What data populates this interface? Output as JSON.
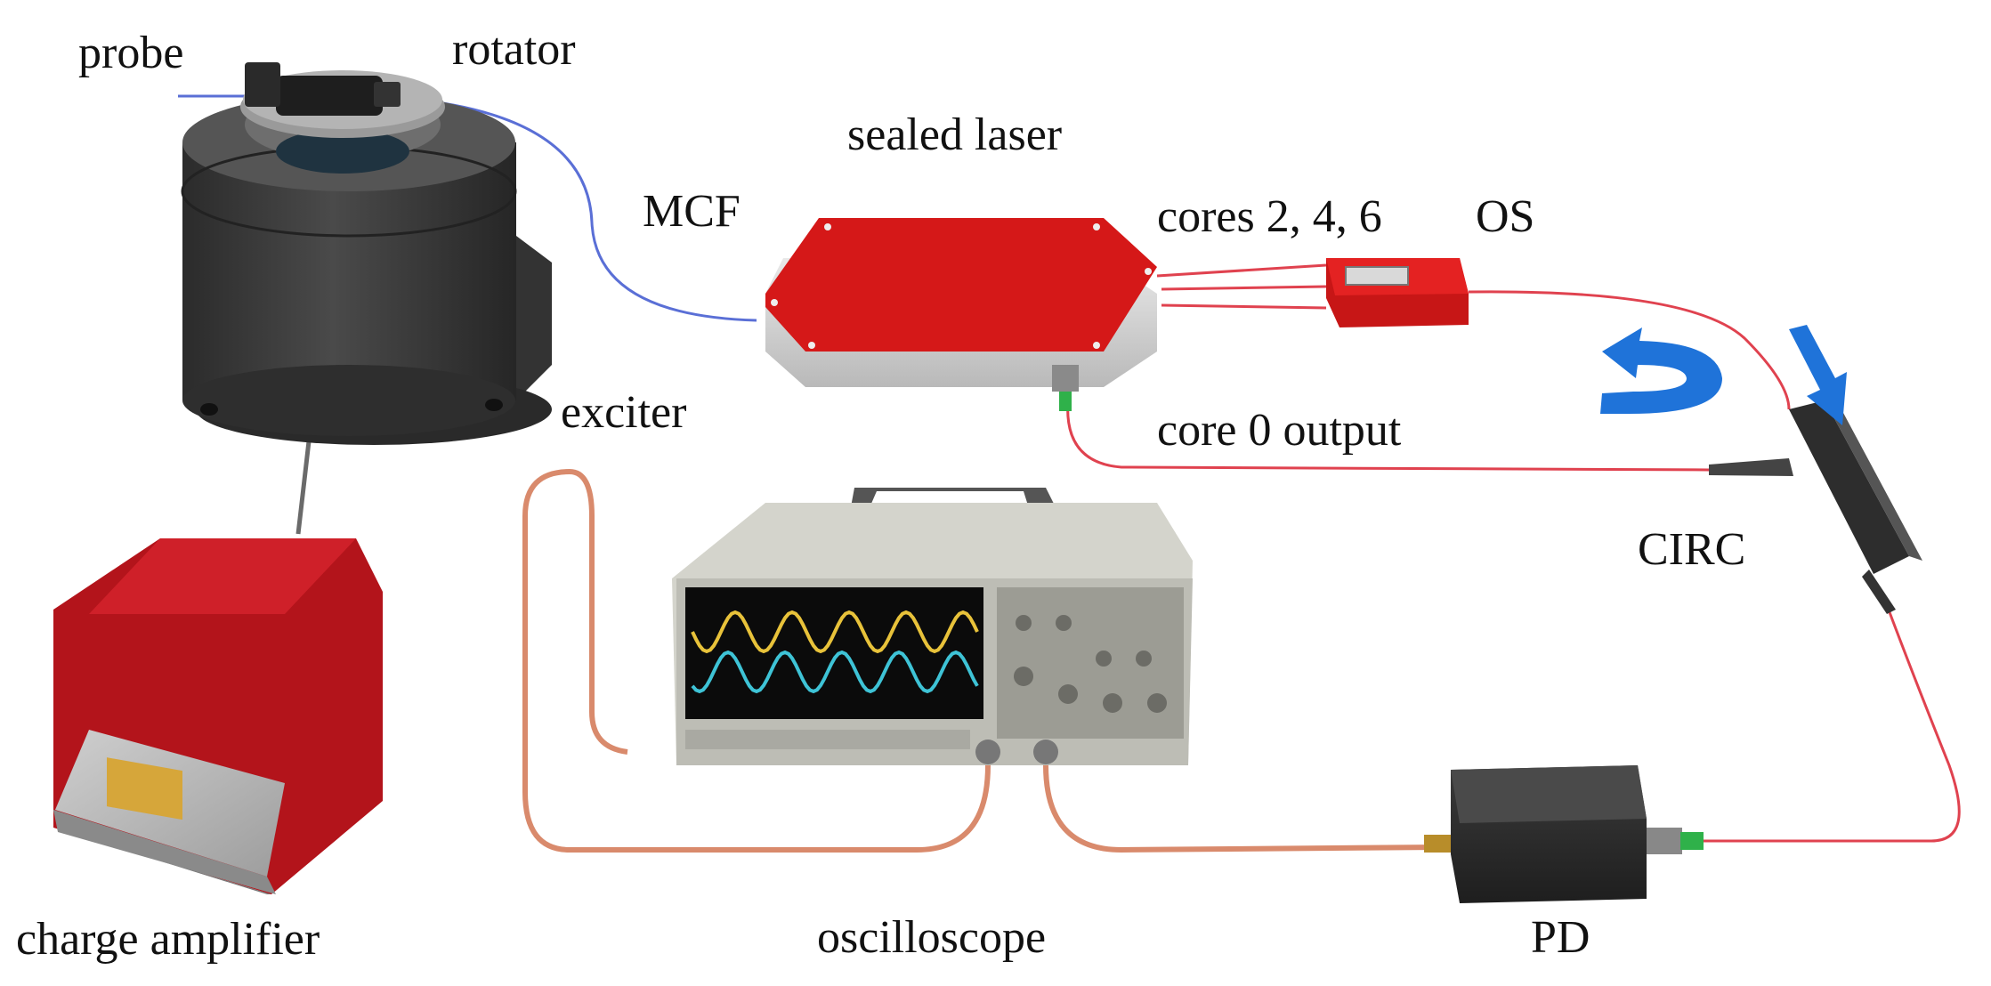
{
  "labels": {
    "probe": "probe",
    "rotator": "rotator",
    "sealed_laser": "sealed laser",
    "mcf": "MCF",
    "cores": "cores 2, 4, 6",
    "os": "OS",
    "exciter": "exciter",
    "core0": "core 0 output",
    "circ": "CIRC",
    "charge_amplifier": "charge amplifier",
    "oscilloscope": "oscilloscope",
    "pd": "PD"
  },
  "colors": {
    "fiber_red": "#e0424f",
    "fiber_blue": "#5a6fd6",
    "coax": "#d98a6c",
    "laser_red": "#d51818",
    "box_red": "#b3141b",
    "arrow_blue": "#1f73d9",
    "dark_body": "#3a3a3a",
    "scope_gray": "#bdbdb5",
    "trace_yellow": "#e8c23a",
    "trace_cyan": "#3ec3d6"
  }
}
